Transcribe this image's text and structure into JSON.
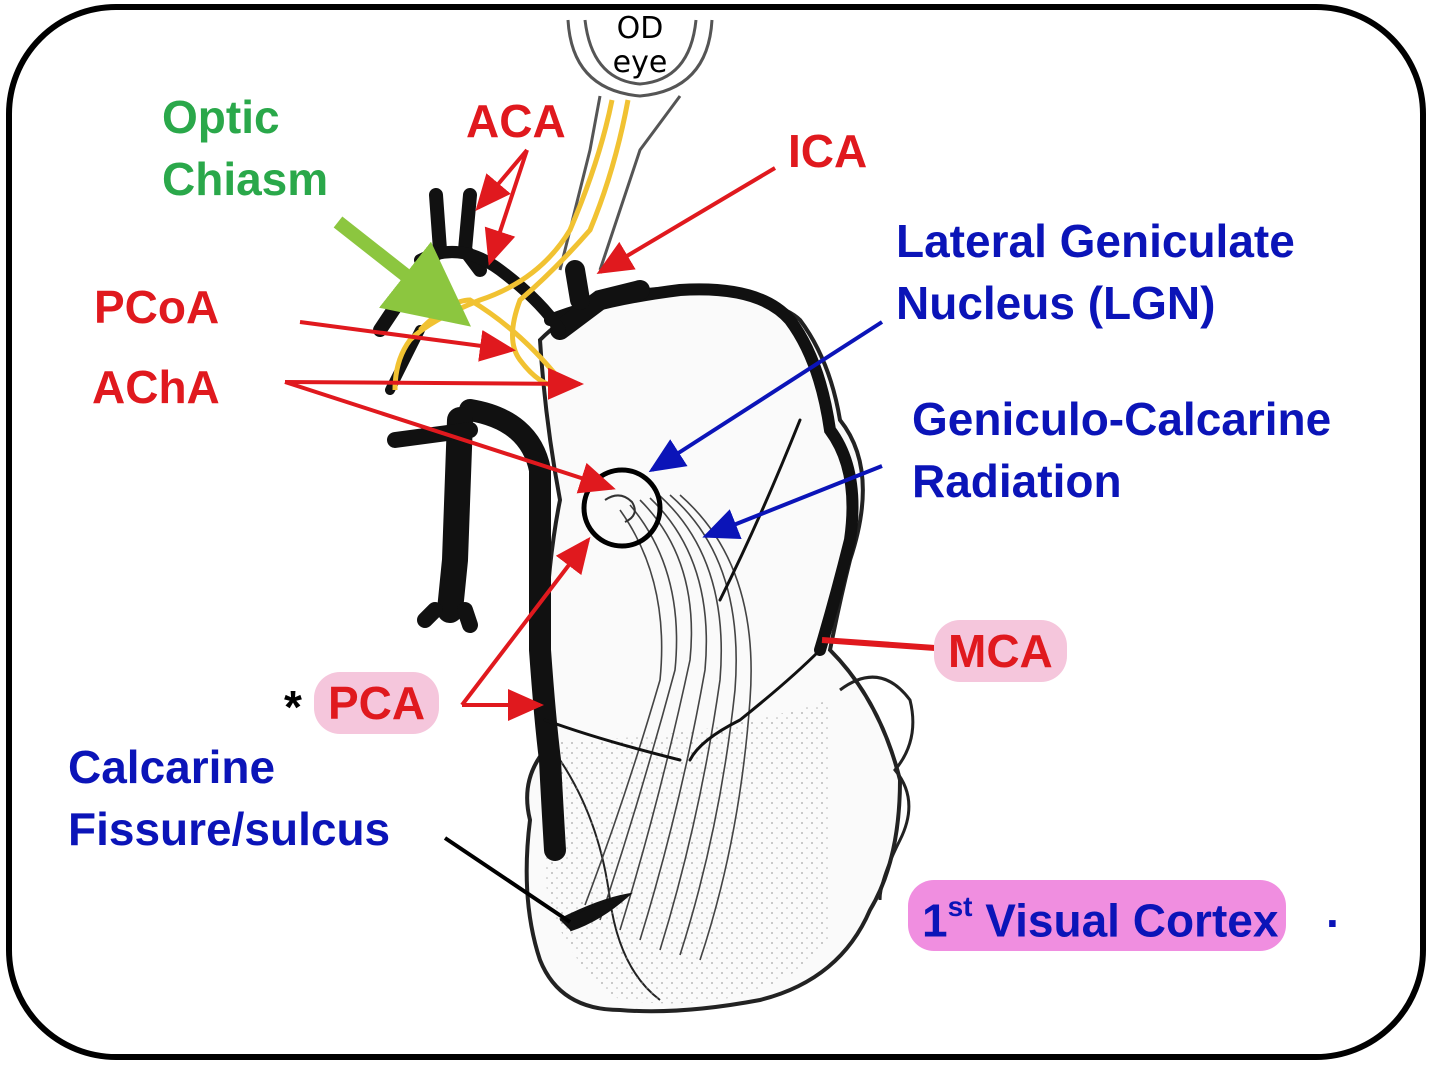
{
  "colors": {
    "red": "#e0191e",
    "blue": "#0b14b8",
    "green": "#2aa84a",
    "light_green": "#8cc63f",
    "yellow": "#f1c232",
    "pink": "#f5c6dc",
    "magenta": "#f08ee0"
  },
  "handwritten": {
    "top": "OD",
    "bottom": "eye"
  },
  "labels": {
    "optic_chiasm": [
      "Optic",
      "Chiasm"
    ],
    "aca": "ACA",
    "ica": "ICA",
    "pcoa": "PCoA",
    "acha": "AChA",
    "lgn": [
      "Lateral Geniculate",
      "Nucleus (LGN)"
    ],
    "radiation": [
      "Geniculo-Calcarine",
      "Radiation"
    ],
    "mca": "MCA",
    "pca_star": "*",
    "pca": "PCA",
    "calcarine": [
      "Calcarine",
      "Fissure/sulcus"
    ],
    "visual_cortex": {
      "ordinal": "1",
      "suffix": "st",
      "text": " Visual Cortex",
      "period": "."
    }
  }
}
